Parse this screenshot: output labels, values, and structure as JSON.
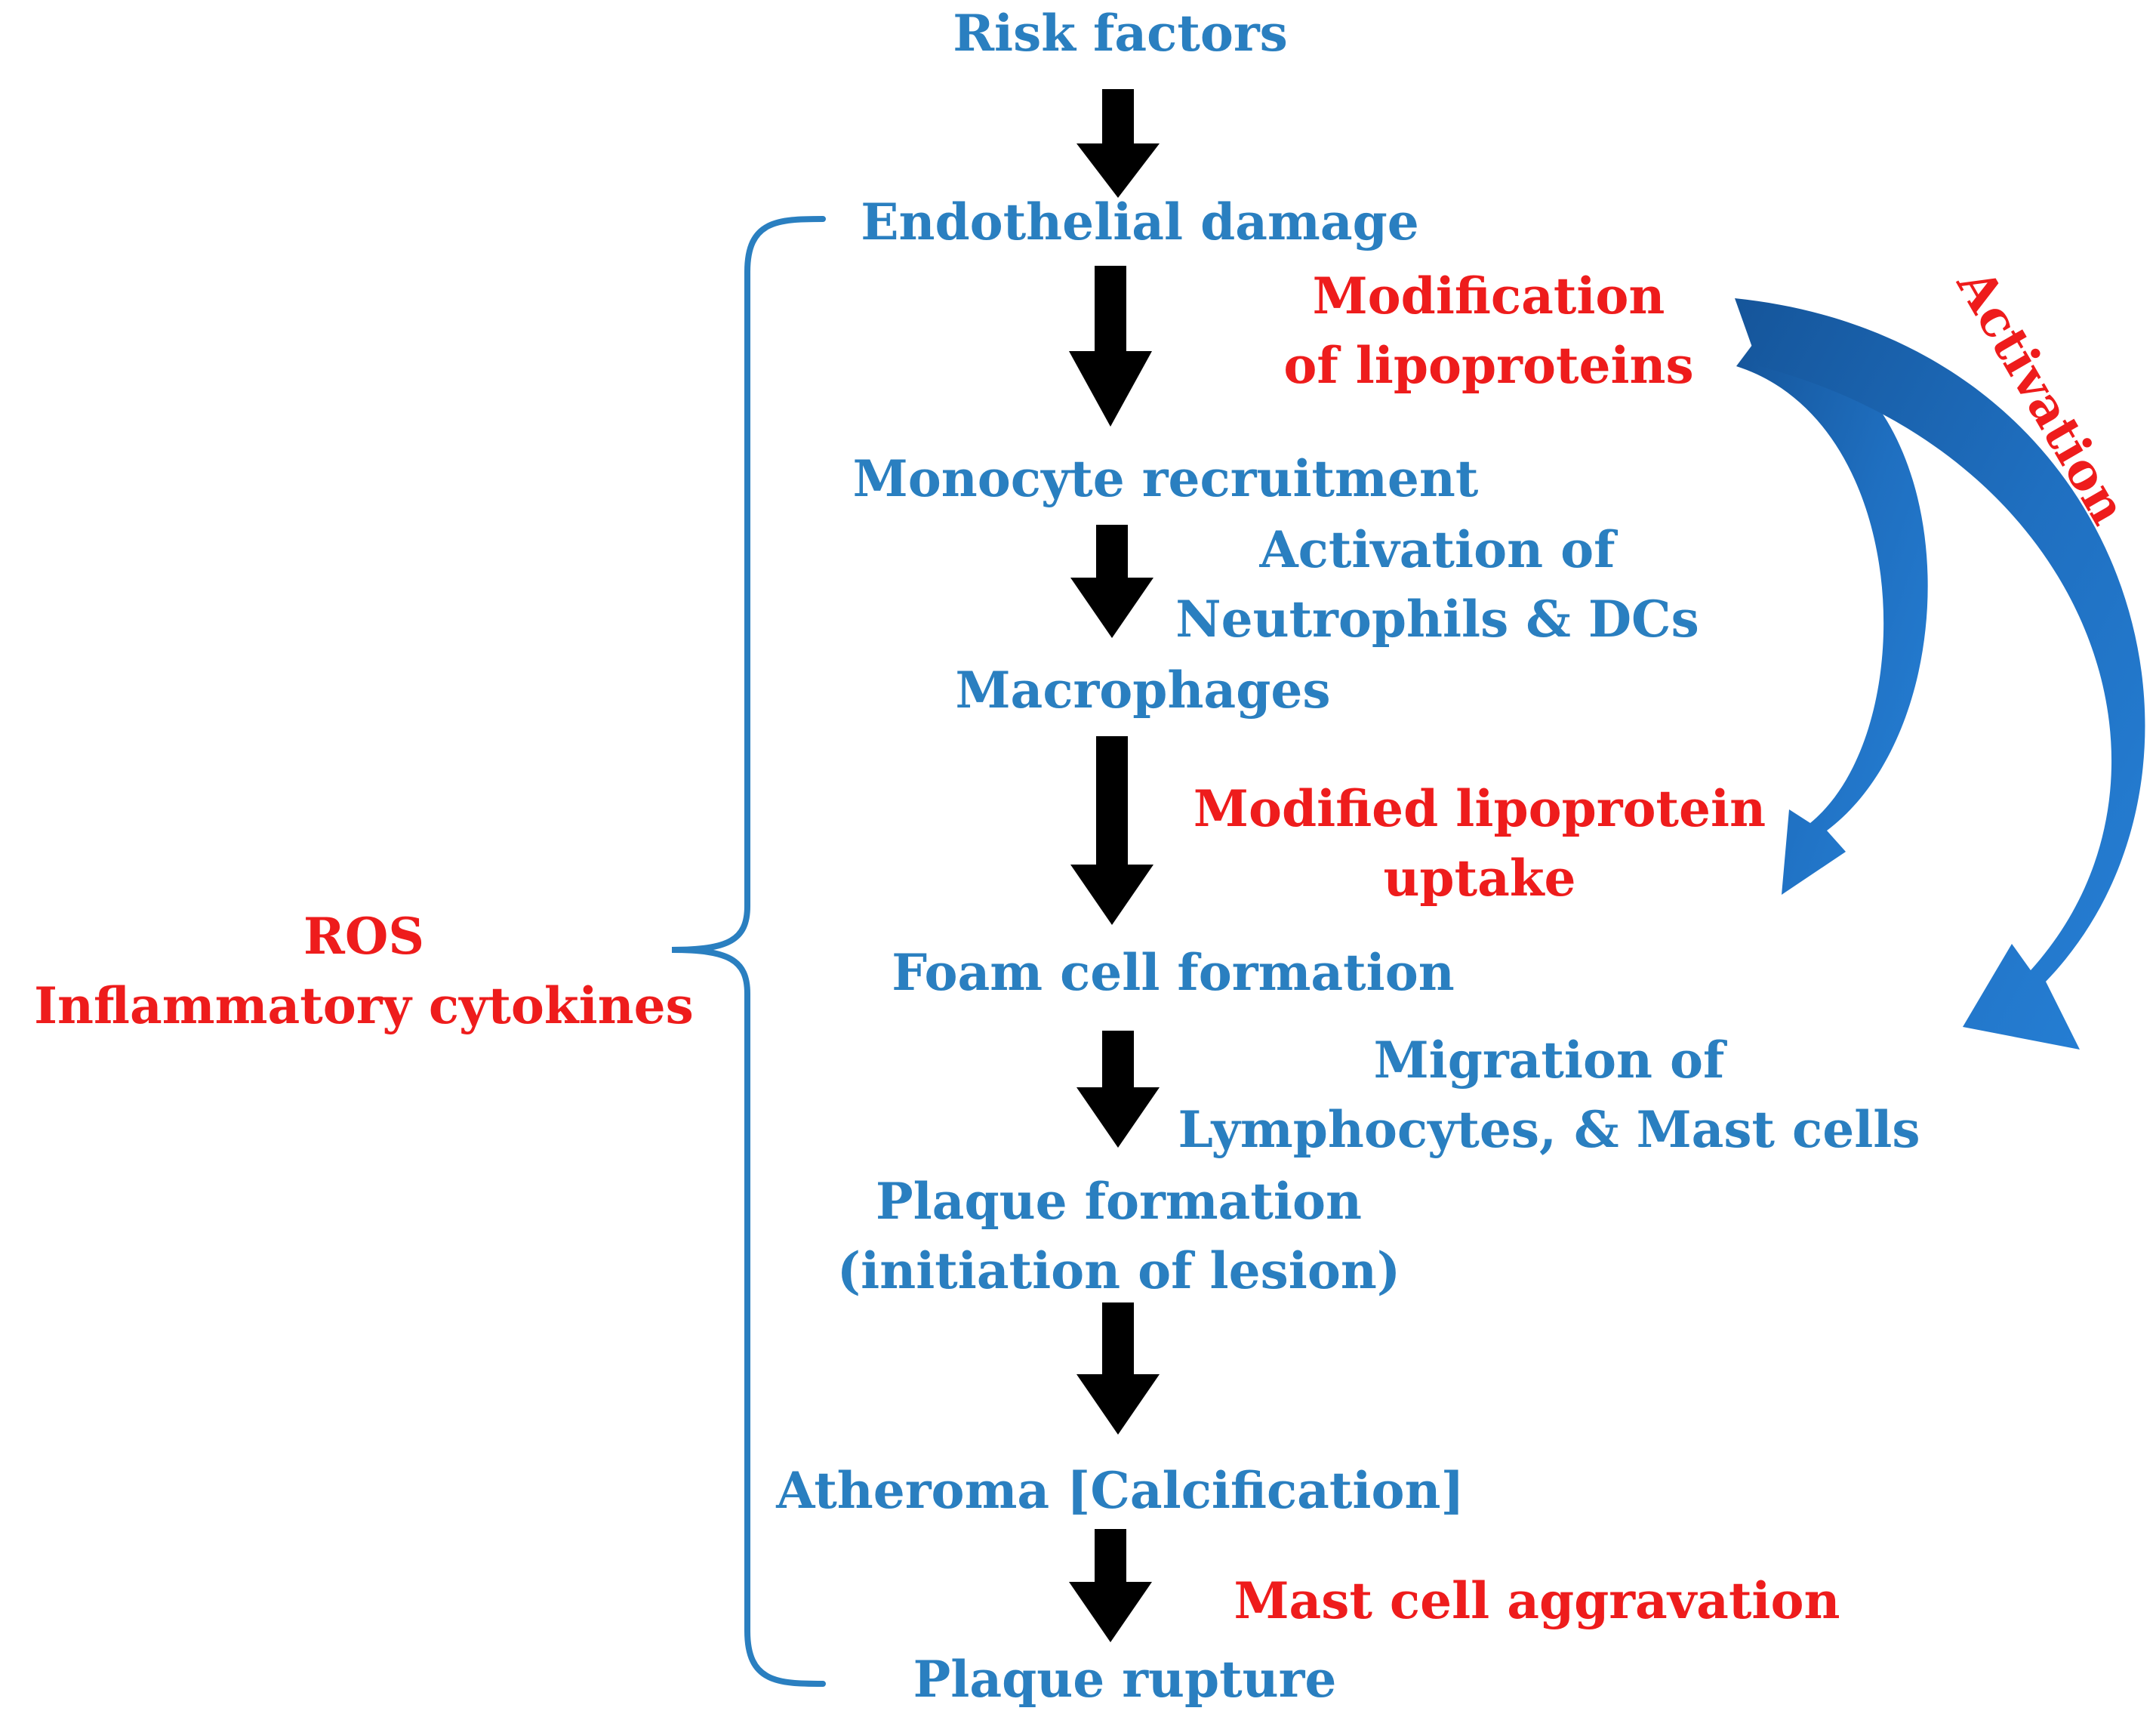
{
  "colors": {
    "node_text": "#2a7fc0",
    "annotation_text": "#ee1c1c",
    "flow_arrow": "#000000",
    "bracket": "#2a7fc0",
    "curved_arrow": "#1f6fc0"
  },
  "nodes": {
    "risk_factors": "Risk factors",
    "endothelial_damage": "Endothelial damage",
    "monocyte_recruitment": "Monocyte recruitment",
    "macrophages": "Macrophages",
    "foam_cell_formation": "Foam cell formation",
    "plaque_formation": [
      "Plaque formation",
      "(initiation of lesion)"
    ],
    "atheroma": "Atheroma [Calcification]",
    "plaque_rupture": "Plaque rupture"
  },
  "annotations": {
    "modification_of_lipoproteins": [
      "Modification",
      "of lipoproteins"
    ],
    "activation_of_neutrophils": [
      "Activation of",
      "Neutrophils & DCs"
    ],
    "modified_lipoprotein_uptake": [
      "Modified lipoprotein",
      "uptake"
    ],
    "migration_of_lymphocytes": [
      "Migration of",
      "Lymphocytes, & Mast cells"
    ],
    "mast_cell_aggravation": "Mast cell aggravation",
    "activation": "Activation",
    "ros_cytokines": [
      "ROS",
      "Inflammatory cytokines"
    ]
  }
}
